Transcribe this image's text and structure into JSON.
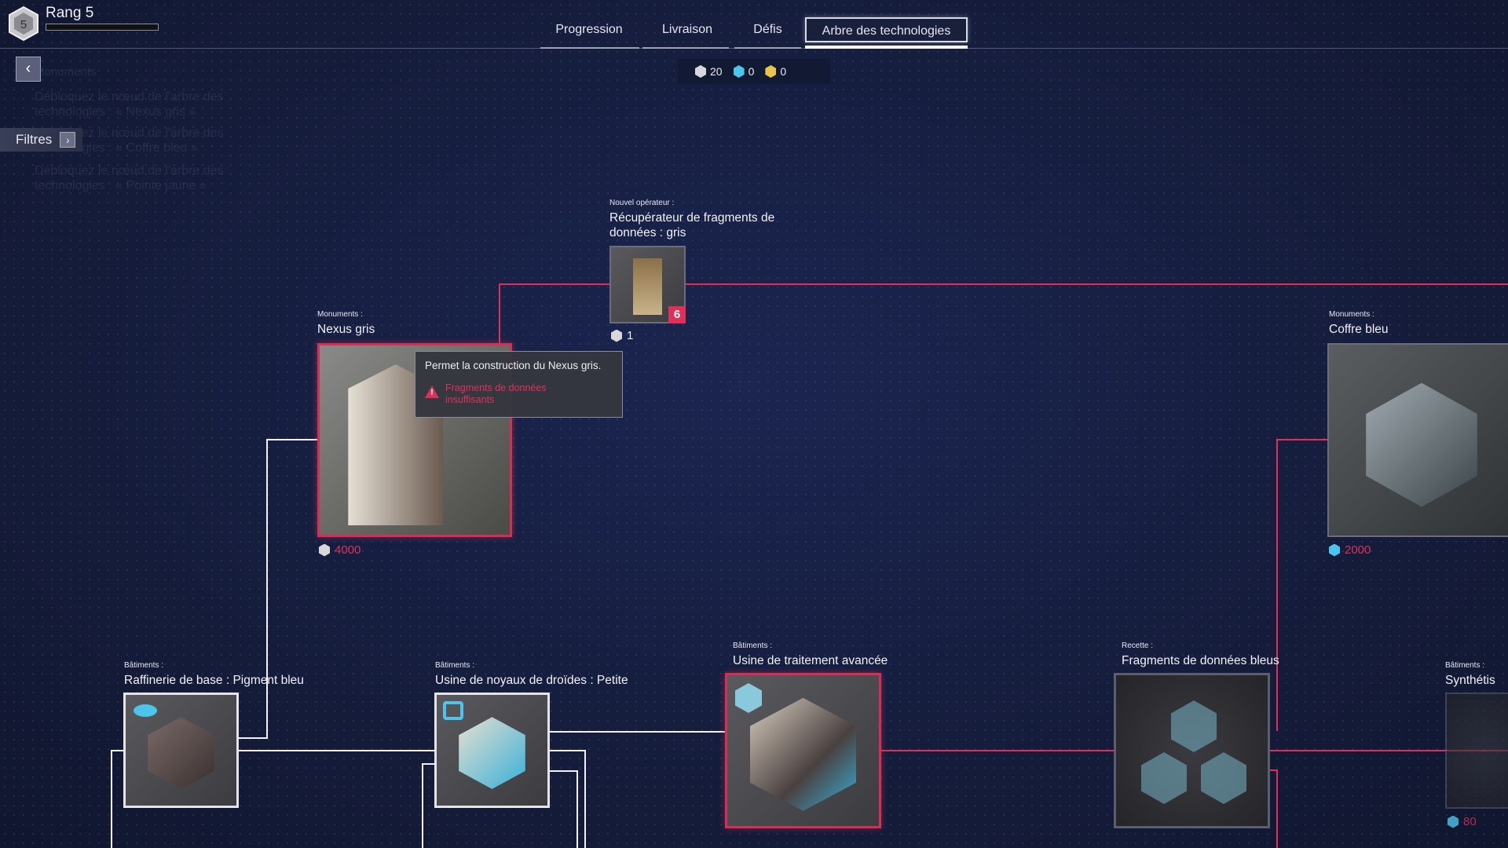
{
  "header": {
    "rank_number": "5",
    "rank_label": "Rang 5",
    "rank_progress": 0
  },
  "tabs": [
    {
      "label": "Progression"
    },
    {
      "label": "Livraison"
    },
    {
      "label": "Défis"
    },
    {
      "label": "Arbre des technologies",
      "active": true
    }
  ],
  "currencies": [
    {
      "icon": "gray-data-cube-icon",
      "value": "20",
      "color": "#d8d8dc"
    },
    {
      "icon": "blue-data-cube-icon",
      "value": "0",
      "color": "#4cc4ec"
    },
    {
      "icon": "yellow-data-cube-icon",
      "value": "0",
      "color": "#e8c44c"
    }
  ],
  "sidebar": {
    "back_icon": "chevron-left-icon",
    "filters_label": "Filtres",
    "ghost_heading": "Monuments",
    "ghost_items": [
      "Débloquez le nœud de l'arbre des technologies : « Nexus gris »",
      "Débloquez le nœud de l'arbre des technologies : « Coffre bleu »",
      "Débloquez le nœud de l'arbre des technologies : « Pointe jaune »"
    ]
  },
  "nodes": {
    "operator": {
      "category": "Nouvel opérateur :",
      "name": "Récupérateur de fragments de données : gris",
      "badge": "6",
      "cost": "1",
      "cost_icon": "gray-data-cube-icon"
    },
    "nexus": {
      "category": "Monuments :",
      "name": "Nexus gris",
      "cost": "4000",
      "cost_icon": "gray-data-cube-icon"
    },
    "coffre": {
      "category": "Monuments :",
      "name": "Coffre bleu",
      "cost": "2000",
      "cost_icon": "blue-data-cube-icon"
    },
    "raffinerie": {
      "category": "Bâtiments :",
      "name": "Raffinerie de base : Pigment bleu"
    },
    "usine_noyaux": {
      "category": "Bâtiments :",
      "name": "Usine de noyaux de droïdes : Petite"
    },
    "usine_traitement": {
      "category": "Bâtiments :",
      "name": "Usine de traitement avancée"
    },
    "fragments": {
      "category": "Recette :",
      "name": "Fragments de données bleus"
    },
    "synthetis": {
      "category": "Bâtiments :",
      "name": "Synthétis",
      "cost": "80",
      "cost_icon": "blue-data-cube-icon"
    }
  },
  "tooltip": {
    "description": "Permet la construction du Nexus gris.",
    "warning": "Fragments de données insuffisants",
    "warning_icon": "warning-triangle-icon"
  },
  "colors": {
    "accent_red": "#e0305a",
    "background": "#151d3c"
  }
}
